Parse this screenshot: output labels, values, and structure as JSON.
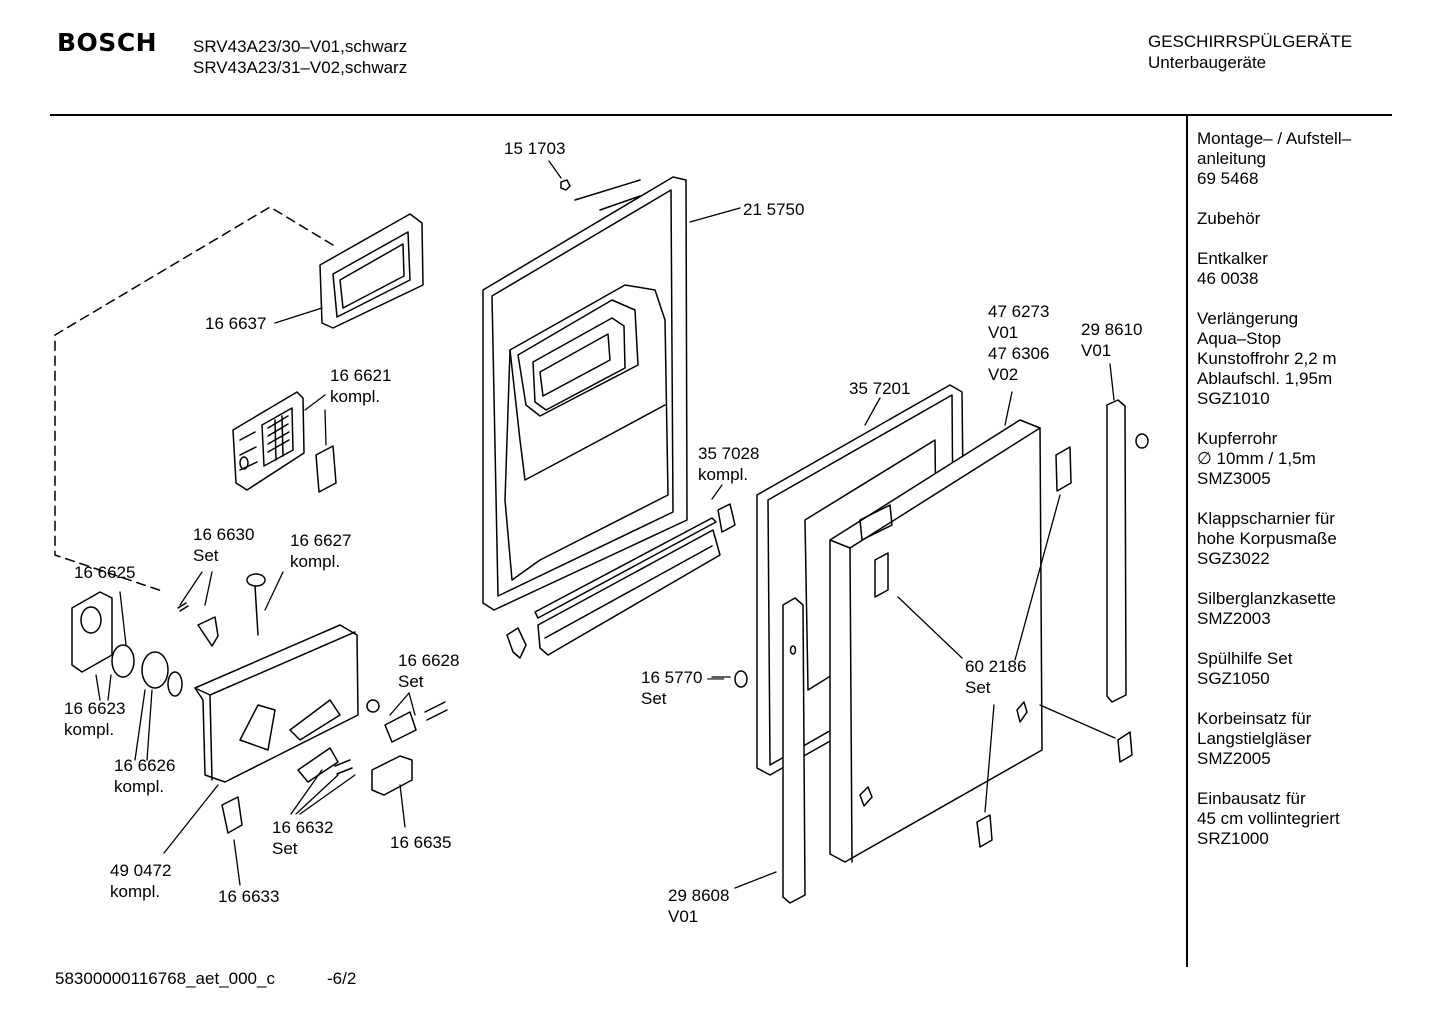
{
  "header": {
    "brand": "BOSCH",
    "models": [
      "SRV43A23/30–V01,schwarz",
      "SRV43A23/31–V02,schwarz"
    ],
    "category": [
      "GESCHIRRSPÜLGERÄTE",
      "Unterbaugeräte"
    ]
  },
  "sidebar": [
    [
      "Montage– / Aufstell–",
      "anleitung",
      "69 5468"
    ],
    [
      "Zubehör"
    ],
    [
      "Entkalker",
      "46 0038"
    ],
    [
      "Verlängerung",
      "Aqua–Stop",
      "Kunstoffrohr 2,2 m",
      "Ablaufschl. 1,95m",
      "SGZ1010"
    ],
    [
      "Kupferrohr",
      "∅ 10mm / 1,5m",
      "SMZ3005"
    ],
    [
      "Klappscharnier für",
      "hohe Korpusmaße",
      "SGZ3022"
    ],
    [
      "Silberglanzkasette",
      "SMZ2003"
    ],
    [
      "Spülhilfe Set",
      "SGZ1050"
    ],
    [
      "Korbeinsatz für",
      "Langstielgläser",
      "SMZ2005"
    ],
    [
      "Einbausatz für",
      "45 cm vollintegriert",
      "SRZ1000"
    ]
  ],
  "parts": {
    "p151703": [
      "15 1703"
    ],
    "p215750": [
      "21 5750"
    ],
    "p166637": [
      "16 6637"
    ],
    "p166621": [
      "16 6621",
      "kompl."
    ],
    "p476273": [
      "47 6273",
      "V01",
      "47 6306",
      "V02"
    ],
    "p298610": [
      "29 8610",
      "V01"
    ],
    "p357201": [
      "35 7201"
    ],
    "p357028": [
      "35 7028",
      "kompl."
    ],
    "p166630": [
      "16 6630",
      "Set"
    ],
    "p166627": [
      "16 6627",
      "kompl."
    ],
    "p166625": [
      "16 6625"
    ],
    "p166628": [
      "16 6628",
      "Set"
    ],
    "p165770": [
      "16 5770 —",
      "Set"
    ],
    "p602186": [
      "60 2186",
      "Set"
    ],
    "p166623": [
      "16 6623",
      "kompl."
    ],
    "p166626": [
      "16 6626",
      "kompl."
    ],
    "p166632": [
      "16 6632",
      "Set"
    ],
    "p166635": [
      "16 6635"
    ],
    "p490472": [
      "49 0472",
      "kompl."
    ],
    "p166633": [
      "16 6633"
    ],
    "p298608": [
      "29 8608",
      "V01"
    ]
  },
  "footer": {
    "doc_id": "58300000116768_aet_000_c",
    "page": "-6/2"
  }
}
